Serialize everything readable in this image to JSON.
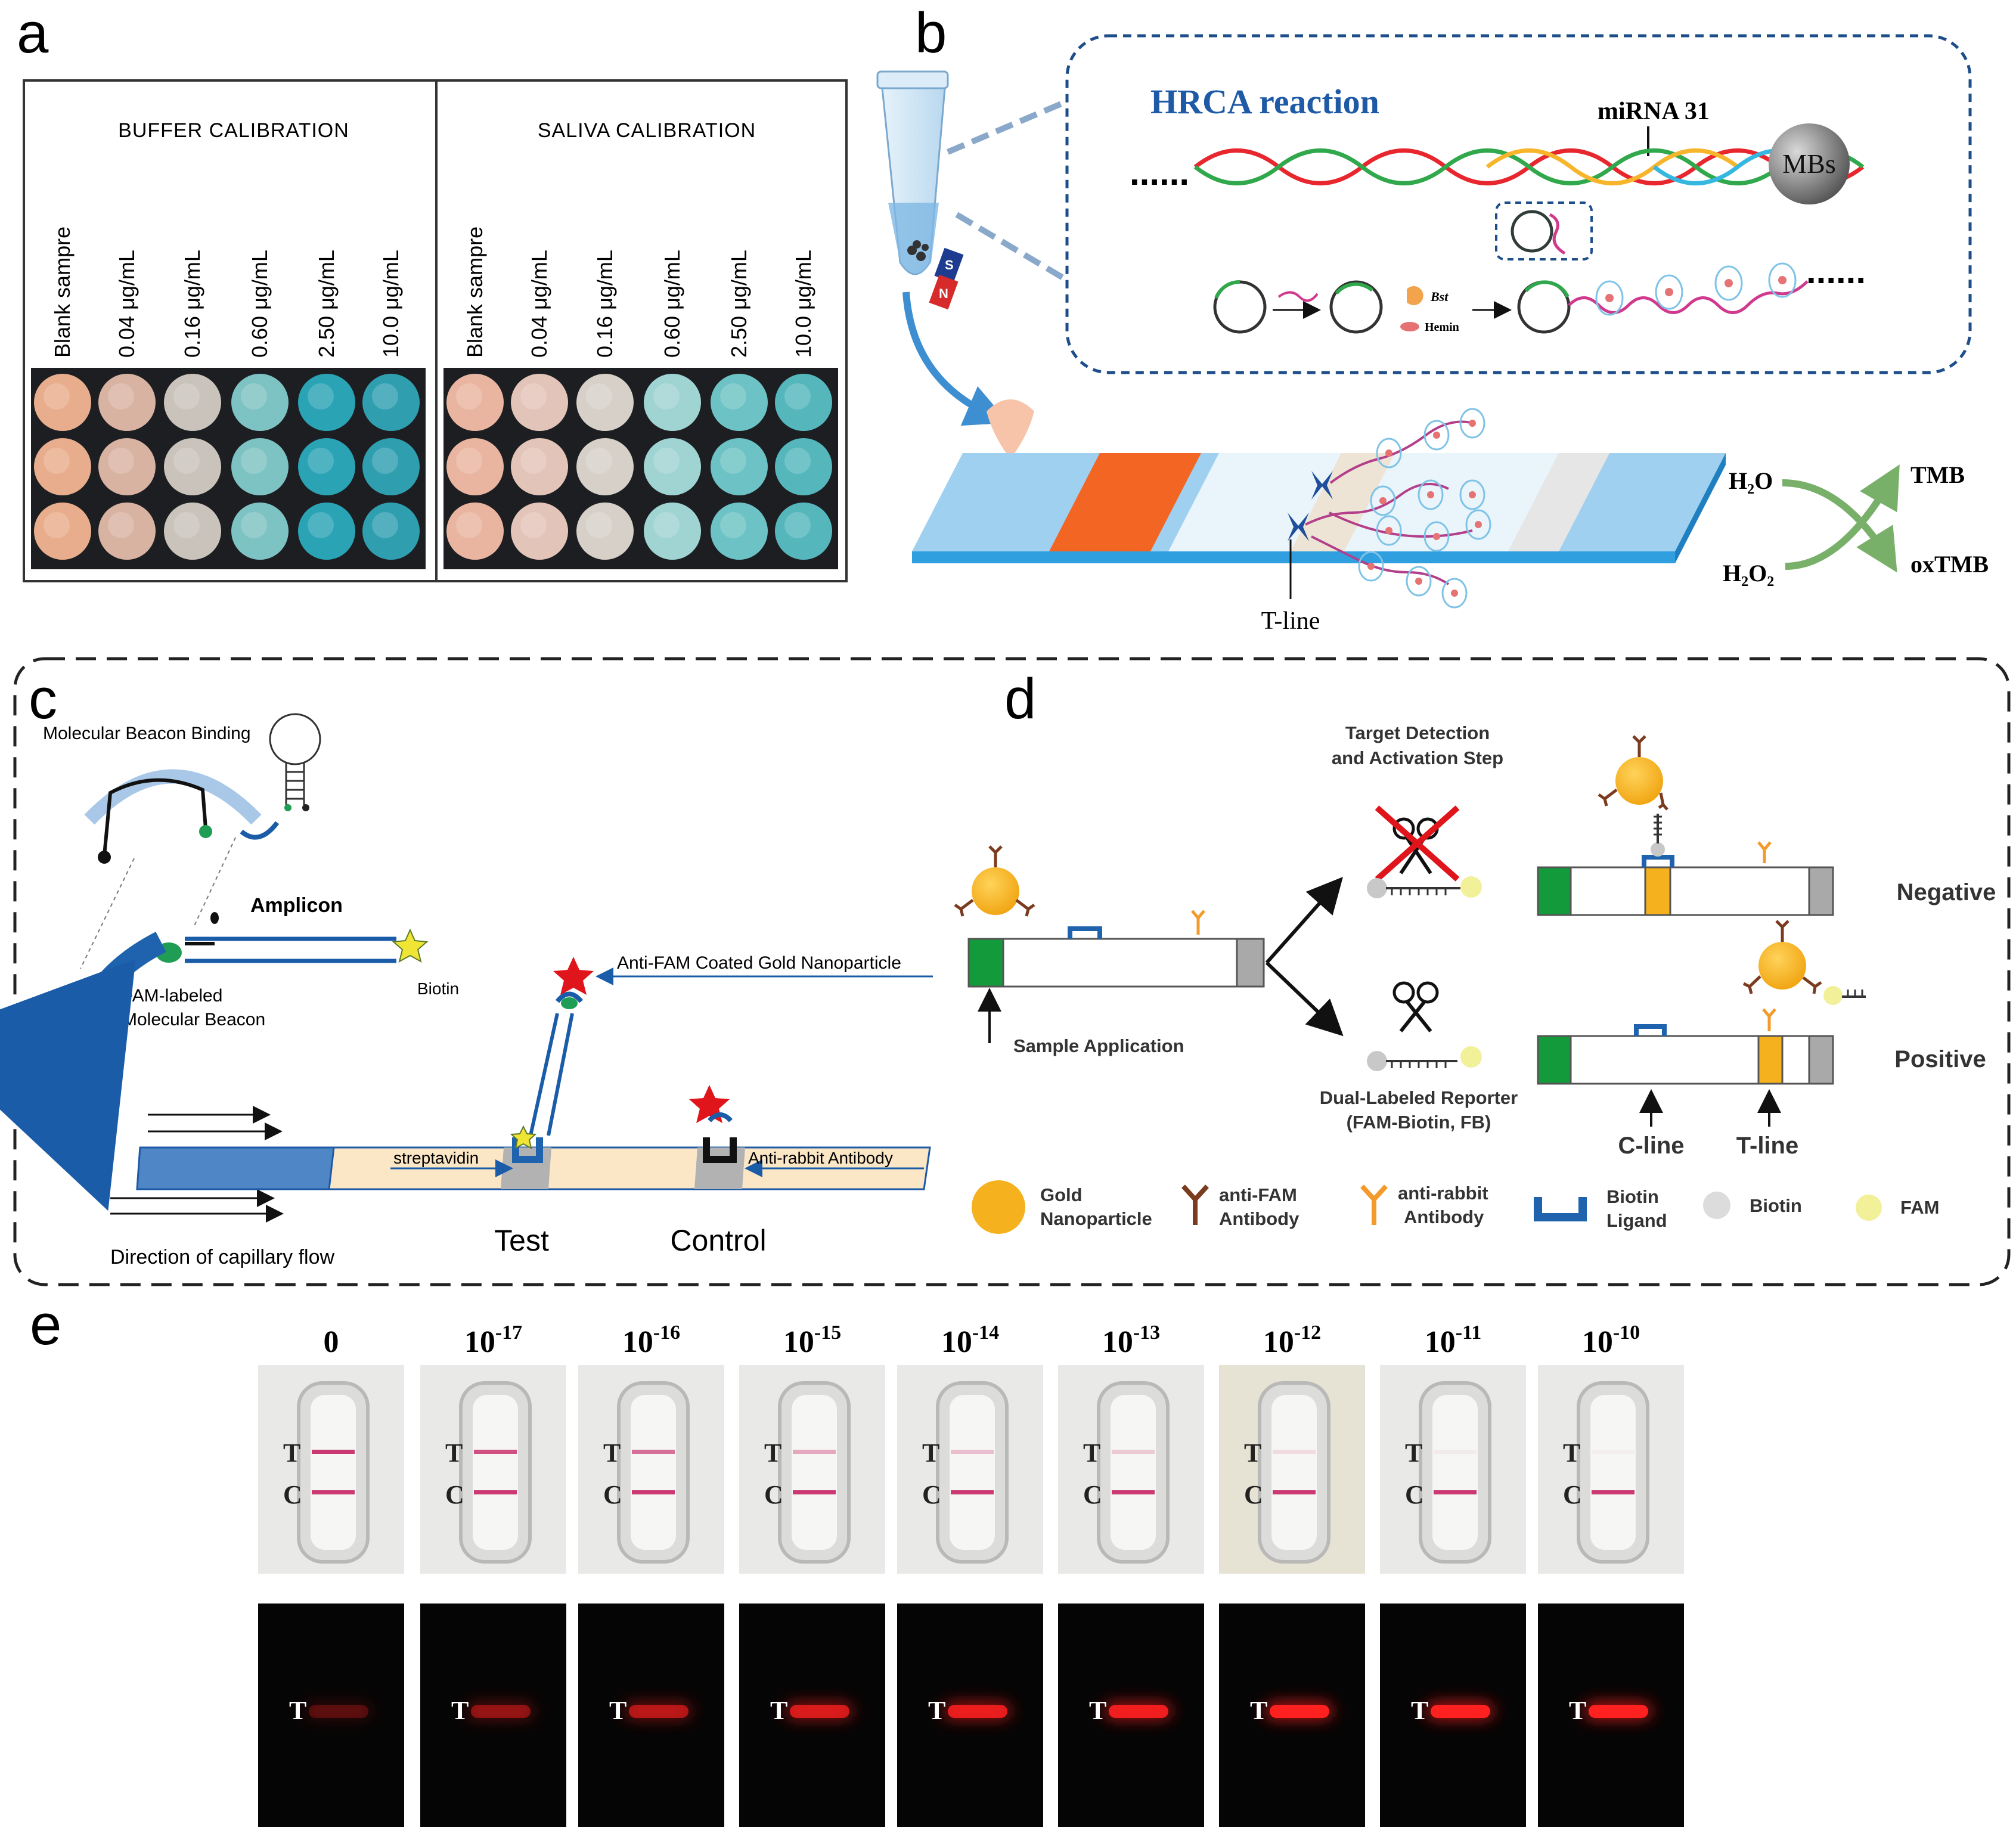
{
  "panel_letters": {
    "a": "a",
    "b": "b",
    "c": "c",
    "d": "d",
    "e": "e"
  },
  "panel_a": {
    "left_title": "BUFFER CALIBRATION",
    "right_title": "SALIVA CALIBRATION",
    "column_labels": [
      "Blank sampre",
      "0.04 μg/mL",
      "0.16 μg/mL",
      "0.60 μg/mL",
      "2.50 μg/mL",
      "10.0 μg/mL"
    ],
    "well_colors_left": [
      "#e8ad8c",
      "#d9b3a1",
      "#c9c3bb",
      "#7ec3c3",
      "#2aa3b5",
      "#2f9fb0"
    ],
    "well_colors_right": [
      "#eab5a0",
      "#e3c4b8",
      "#d6d0c8",
      "#9fd4d2",
      "#6cc2c4",
      "#55b7bc"
    ]
  },
  "panel_b": {
    "reaction_title": "HRCA reaction",
    "mirna_label": "miRNA 31",
    "bead_label": "MBs",
    "bst_label": "Bst",
    "hemin_label": "Hemin",
    "tline_label": "T-line",
    "cycle": {
      "h2o": "H₂O",
      "h2o2": "H₂O₂",
      "tmb": "TMB",
      "oxtmb": "oxTMB"
    },
    "colors": {
      "dash_border": "#1d4e89",
      "title_blue": "#1f5aa6",
      "strip_blue": "#5aa9d8",
      "pad_orange": "#f26522",
      "arrow_green": "#78b06a"
    }
  },
  "panel_c": {
    "beacon_binding": "Molecular Beacon Binding",
    "amplicon": "Amplicon",
    "fam_beacon_line1": "FAM-labeled",
    "fam_beacon_line2": "Molecular Beacon",
    "biotin": "Biotin",
    "gold_np": "Anti-FAM Coated Gold Nanoparticle",
    "streptavidin": "streptavidin",
    "anti_rabbit": "Anti-rabbit Antibody",
    "test": "Test",
    "control": "Control",
    "flow": "Direction of capillary flow"
  },
  "panel_d": {
    "step_line1": "Target Detection",
    "step_line2": "and Activation  Step",
    "sample_app": "Sample Application",
    "reporter_line1": "Dual-Labeled  Reporter",
    "reporter_line2": "(FAM-Biotin, FB)",
    "negative": "Negative",
    "positive": "Positive",
    "cline": "C-line",
    "tline": "T-line",
    "legend": [
      {
        "line1": "Gold",
        "line2": "Nanoparticle"
      },
      {
        "line1": "anti-FAM",
        "line2": "Antibody"
      },
      {
        "line1": "anti-rabbit",
        "line2": "Antibody"
      },
      {
        "line1": "Biotin",
        "line2": "Ligand"
      },
      {
        "line1": "Biotin",
        "line2": ""
      },
      {
        "line1": "FAM",
        "line2": ""
      }
    ]
  },
  "panel_e": {
    "conc_labels": [
      {
        "base": "0",
        "exp": ""
      },
      {
        "base": "10",
        "exp": "-17"
      },
      {
        "base": "10",
        "exp": "-16"
      },
      {
        "base": "10",
        "exp": "-15"
      },
      {
        "base": "10",
        "exp": "-14"
      },
      {
        "base": "10",
        "exp": "-13"
      },
      {
        "base": "10",
        "exp": "-12"
      },
      {
        "base": "10",
        "exp": "-11"
      },
      {
        "base": "10",
        "exp": "-10"
      }
    ],
    "t_letter": "T",
    "c_letter": "C",
    "t_line_intensity": [
      0.85,
      0.75,
      0.6,
      0.35,
      0.25,
      0.2,
      0.12,
      0.05,
      0.03
    ],
    "fluor_intensity": [
      0.25,
      0.45,
      0.6,
      0.75,
      0.85,
      0.9,
      1.0,
      1.0,
      1.0
    ]
  }
}
